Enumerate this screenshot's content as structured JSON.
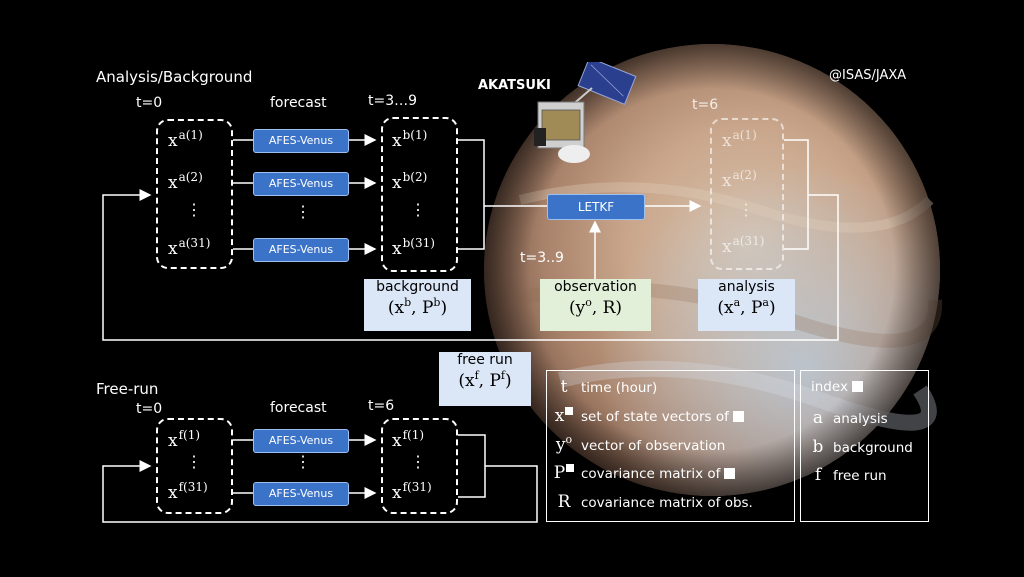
{
  "credit": "@ISAS/JAXA",
  "spacecraft_label": "AKATSUKI",
  "top": {
    "section_title": "Analysis/Background",
    "t_initial": "t=0",
    "forecast": "forecast",
    "t_background": "t=3…9",
    "t_analysis": "t=6",
    "t_observation": "t=3..9",
    "model": "AFES-Venus",
    "da": "LETKF",
    "ellipsis": "⋮",
    "x_analysis": [
      {
        "base": "x",
        "sup": "a(1)"
      },
      {
        "base": "x",
        "sup": "a(2)"
      },
      {
        "base": "x",
        "sup": "a(31)"
      }
    ],
    "x_background": [
      {
        "base": "x",
        "sup": "b(1)"
      },
      {
        "base": "x",
        "sup": "b(2)"
      },
      {
        "base": "x",
        "sup": "b(31)"
      }
    ],
    "background_note": {
      "title": "background",
      "math": "(x",
      "s1": "b",
      "mid": ", P",
      "s2": "b",
      "end": ")"
    },
    "observation_note": {
      "title": "observation",
      "math": "(y",
      "s1": "o",
      "mid": ", R)"
    },
    "analysis_note": {
      "title": "analysis",
      "math": "(x",
      "s1": "a",
      "mid": ", P",
      "s2": "a",
      "end": ")"
    }
  },
  "bottom": {
    "section_title": "Free-run",
    "t_initial": "t=0",
    "forecast": "forecast",
    "t_end": "t=6",
    "model": "AFES-Venus",
    "ellipsis": "⋮",
    "x_initial": [
      {
        "base": "x",
        "sup": "f(1)"
      },
      {
        "base": "x",
        "sup": "f(31)"
      }
    ],
    "x_end": [
      {
        "base": "x",
        "sup": "f(1)"
      },
      {
        "base": "x",
        "sup": "f(31)"
      }
    ],
    "free_run_note": {
      "title": "free run",
      "math": "(x",
      "s1": "f",
      "mid": ", P",
      "s2": "f",
      "end": ")"
    }
  },
  "legend": [
    {
      "symbol": "t",
      "text": "time (hour)",
      "square_sup": false,
      "sup": "",
      "trail_square": false
    },
    {
      "symbol": "x",
      "text": "set of state vectors of",
      "square_sup": true,
      "sup": "",
      "trail_square": true
    },
    {
      "symbol": "y",
      "text": "vector of observation",
      "square_sup": false,
      "sup": "o",
      "trail_square": false
    },
    {
      "symbol": "P",
      "text": "covariance matrix of",
      "square_sup": true,
      "sup": "",
      "trail_square": true
    },
    {
      "symbol": "R",
      "text": "covariance matrix of obs.",
      "square_sup": false,
      "sup": "",
      "trail_square": false
    }
  ],
  "index_legend": {
    "title": "index",
    "items": [
      {
        "symbol": "a",
        "text": "analysis"
      },
      {
        "symbol": "b",
        "text": "background"
      },
      {
        "symbol": "f",
        "text": "free run"
      }
    ]
  },
  "colors": {
    "background": "#000000",
    "model_box": "#3b73c9",
    "note_blue": "#dbe6f7",
    "note_green": "#e3f0d9",
    "planet": "#c9a98f"
  }
}
